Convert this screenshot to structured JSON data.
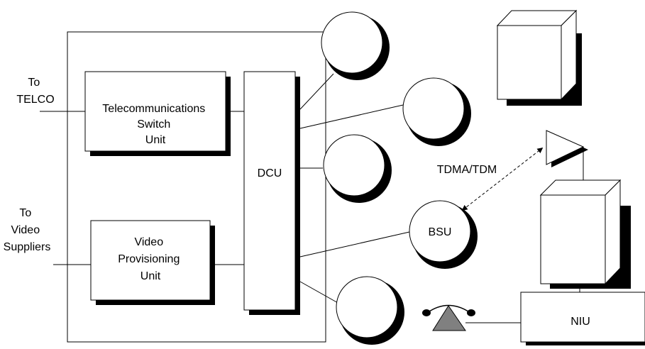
{
  "labels": {
    "to_telco": [
      "To",
      "TELCO"
    ],
    "to_video_suppliers": [
      "To",
      "Video",
      "Suppliers"
    ],
    "telecom_switch_unit": [
      "Telecommunications",
      "Switch",
      "Unit"
    ],
    "video_provisioning_unit": [
      "Video",
      "Provisioning",
      "Unit"
    ],
    "dcu": "DCU",
    "bsu": "BSU",
    "tdma_tdm": "TDMA/TDM",
    "niu": "NIU"
  },
  "colors": {
    "stroke": "#000000",
    "fill": "#ffffff",
    "shadow": "#000000",
    "phone_fill": "#808080"
  }
}
